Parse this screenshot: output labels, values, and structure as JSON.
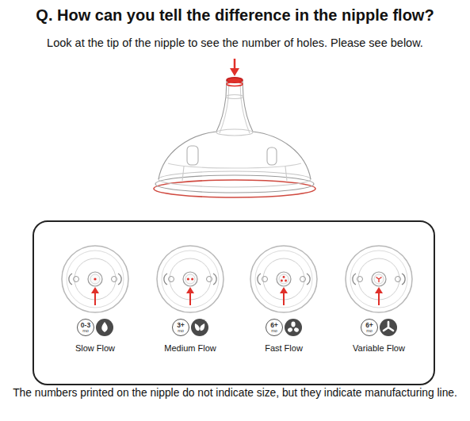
{
  "diagram": {
    "title": "Q. How can you tell the difference in the nipple flow?",
    "caption": "The numbers printed on the nipple do not indicate size, but they indicate manufacturing line.",
    "nodes": [
      {
        "text": [
          "0-3",
          "mo"
        ]
      },
      {
        "text": [
          "3+",
          "mo"
        ]
      },
      {
        "text": [
          "6+",
          "mo"
        ]
      },
      {
        "text": [
          "6+",
          "mo"
        ]
      }
    ],
    "labels": [
      "Look at the tip of the nipple to see the number of holes. Please see below.",
      "Slow Flow",
      "Medium Flow",
      "Fast Flow",
      "Variable Flow"
    ]
  }
}
